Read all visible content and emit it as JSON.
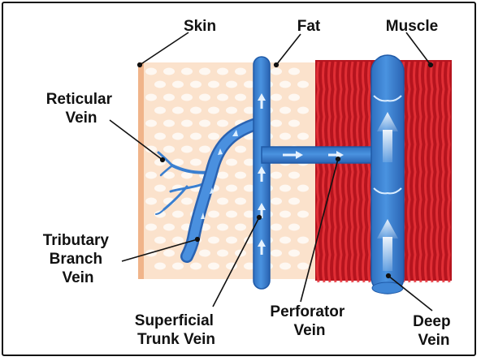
{
  "labels": {
    "skin": "Skin",
    "fat": "Fat",
    "muscle": "Muscle",
    "reticular_vein": [
      "Reticular",
      "Vein"
    ],
    "tributary_branch_vein": [
      "Tributary",
      "Branch",
      "Vein"
    ],
    "superficial_trunk_vein": [
      "Superficial",
      "Trunk Vein"
    ],
    "perforator_vein": [
      "Perforator",
      "Vein"
    ],
    "deep_vein": [
      "Deep",
      "Vein"
    ]
  },
  "colors": {
    "skin_fat": "#fbe2cc",
    "skin_edge": "#f0b48a",
    "fat_cell": "#ffffff",
    "muscle": "#b5141e",
    "muscle_fiber": "#e8333a",
    "vein": "#3a7fd0",
    "vein_edge": "#1f5aa8",
    "flow_arrow": "#dbeeff",
    "leader_line": "#111111"
  }
}
